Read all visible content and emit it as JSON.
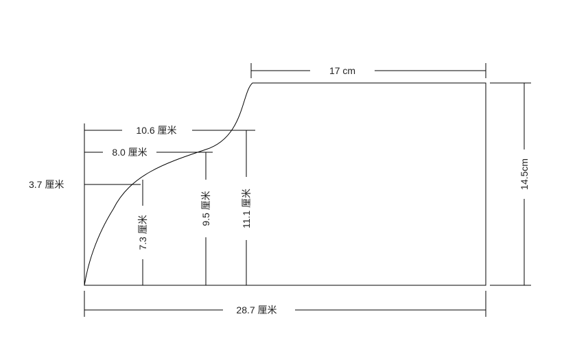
{
  "labels": {
    "top_width": "17  cm",
    "right_height": "14.5cm",
    "bottom_width": "28.7 厘米",
    "upper_width": "10.6 厘米",
    "middle_width": "8.0 厘米",
    "left_width": "3.7 厘米",
    "height_left": "7.3 厘米",
    "height_middle": "9.5 厘米",
    "height_right": "11.1 厘米"
  }
}
